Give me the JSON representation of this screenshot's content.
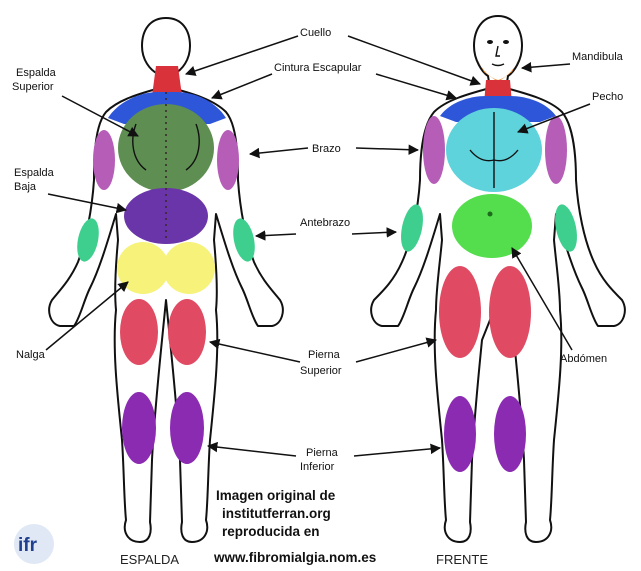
{
  "labels": {
    "cuello": "Cuello",
    "cintura_escapular": "Cintura Escapular",
    "espalda_superior_1": "Espalda",
    "espalda_superior_2": "Superior",
    "espalda_baja_1": "Espalda",
    "espalda_baja_2": "Baja",
    "mandibula": "Mandibula",
    "pecho": "Pecho",
    "brazo": "Brazo",
    "antebrazo": "Antebrazo",
    "nalga": "Nalga",
    "pierna_superior_1": "Pierna",
    "pierna_superior_2": "Superior",
    "pierna_inferior_1": "Pierna",
    "pierna_inferior_2": "Inferior",
    "abdomen": "Abdómen"
  },
  "captions": {
    "back": "ESPALDA",
    "front": "FRENTE"
  },
  "credit": {
    "line1": "Imagen original de",
    "line2": "institutferran.org",
    "line3": "reproducida en",
    "line4": "www.fibromialgia.nom.es"
  },
  "logo": "ifr",
  "colors": {
    "neck": "#d9323a",
    "jaw": "#f28a2e",
    "shoulder": "#2e56d8",
    "upper_back": "#5e8e52",
    "chest": "#5fd3dc",
    "arm": "#b65db8",
    "forearm": "#3ecf8e",
    "low_back": "#6a35a8",
    "abdomen": "#54dd4c",
    "buttock": "#f6f27a",
    "thigh": "#e04a62",
    "calf": "#8a2bb2"
  }
}
